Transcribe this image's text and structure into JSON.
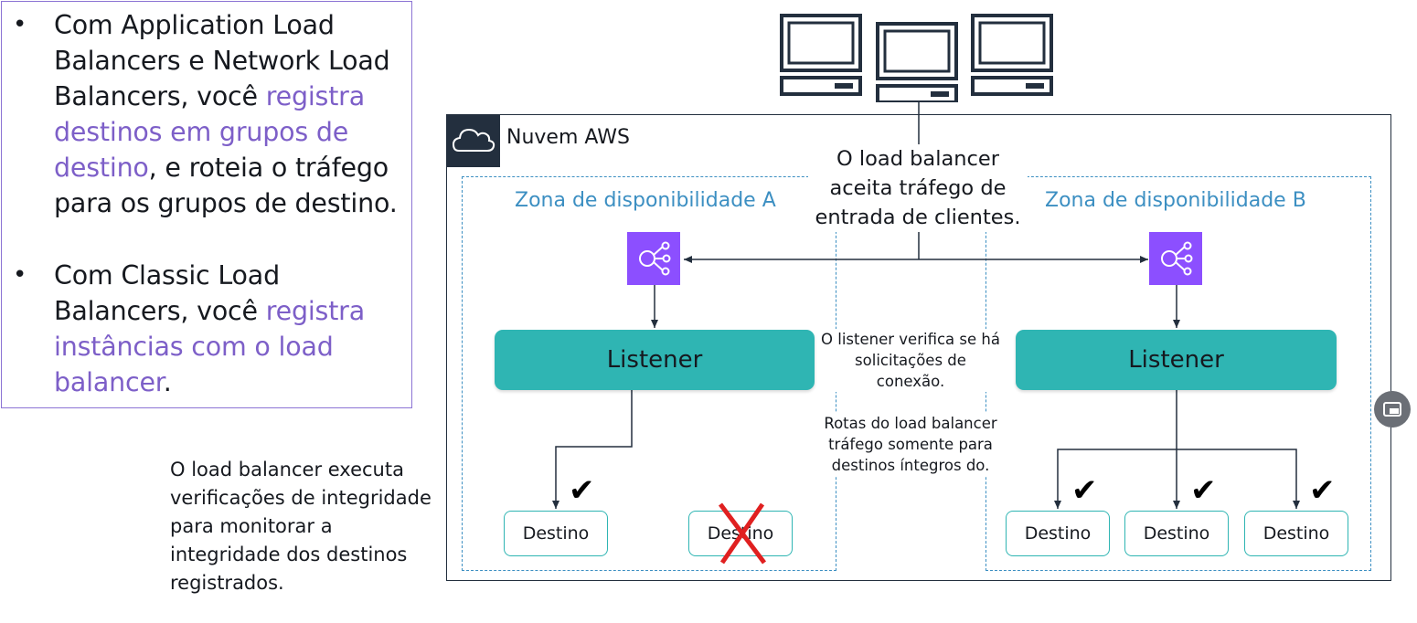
{
  "left_panel": {
    "bullets": [
      {
        "prefix": "Com Application Load Balancers e Network Load Balancers, você ",
        "highlight": "registra destinos em grupos de destino",
        "suffix": ", e roteia o tráfego para os grupos de destino."
      },
      {
        "prefix": "Com Classic Load Balancers, você ",
        "highlight": "registra instâncias com o load balancer",
        "suffix": "."
      }
    ],
    "health_note": "O load balancer executa verificações de integridade para monitorar a integridade dos destinos registrados."
  },
  "diagram": {
    "cloud_label": "Nuvem AWS",
    "lb_note": "O load balancer aceita tráfego de entrada de clientes.",
    "listener_note": "O listener verifica se há solicitações de conexão.",
    "routing_note": "Rotas do load balancer tráfego somente para destinos íntegros do.",
    "zones": [
      {
        "label": "Zona de disponibilidade A",
        "listener": "Listener",
        "targets": [
          {
            "label": "Destino",
            "healthy": true
          },
          {
            "label": "Destino",
            "healthy": false
          }
        ]
      },
      {
        "label": "Zona de disponibilidade B",
        "listener": "Listener",
        "targets": [
          {
            "label": "Destino",
            "healthy": true
          },
          {
            "label": "Destino",
            "healthy": true
          },
          {
            "label": "Destino",
            "healthy": true
          }
        ]
      }
    ],
    "icons": {
      "client": "desktop-computer-icon",
      "cloud": "cloud-icon",
      "load_balancer": "elastic-load-balancer-icon",
      "healthy": "checkmark-icon",
      "unhealthy": "red-x-icon"
    },
    "colors": {
      "highlight": "#7d5fc8",
      "zone_border": "#3c8fc2",
      "listener": "#2fb5b3",
      "load_balancer": "#8c4fff",
      "unhealthy": "#e02020"
    }
  }
}
